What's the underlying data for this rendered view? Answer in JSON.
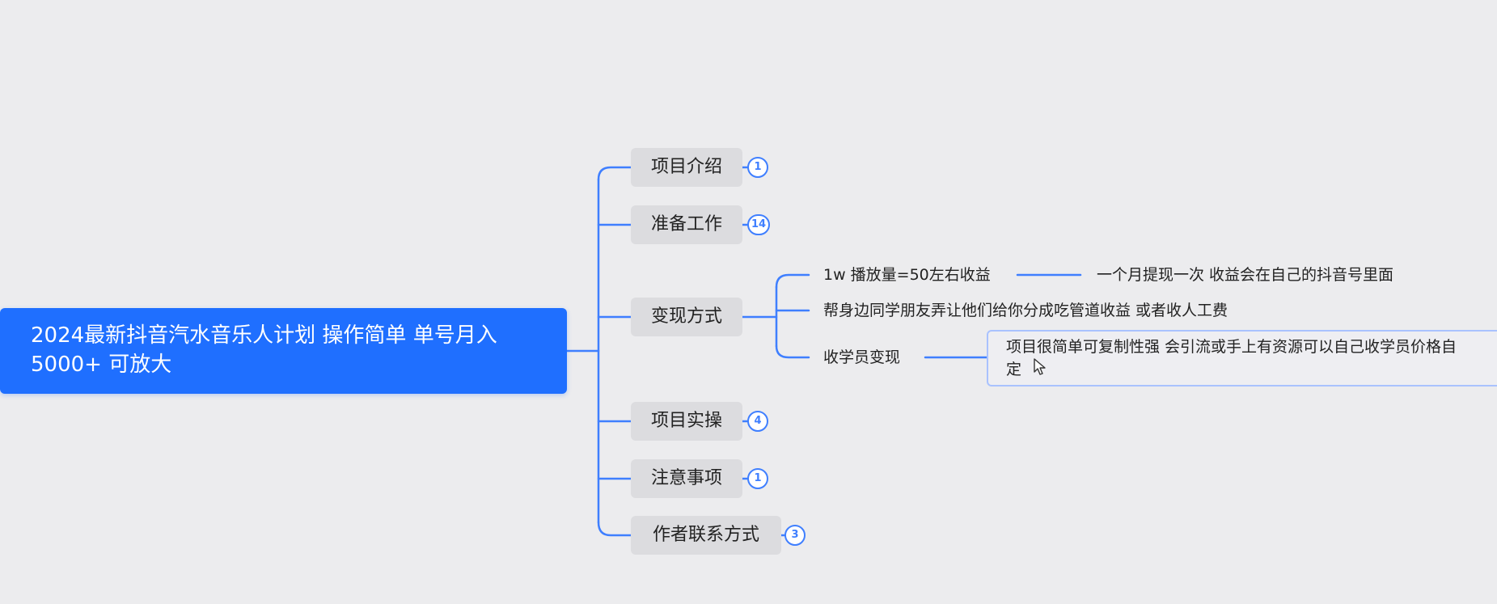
{
  "mindmap": {
    "root": {
      "line1": "2024最新抖音汽水音乐人计划 操作简单 单号月入",
      "line2": "5000+  可放大"
    },
    "branches": [
      {
        "label": "项目介绍",
        "count": "1"
      },
      {
        "label": "准备工作",
        "count": "14"
      },
      {
        "label": "变现方式",
        "count": ""
      },
      {
        "label": "项目实操",
        "count": "4"
      },
      {
        "label": "注意事项",
        "count": "1"
      },
      {
        "label": "作者联系方式",
        "count": "3"
      }
    ],
    "monetization": {
      "children": [
        "1w 播放量=50左右收益",
        "帮身边同学朋友弄让他们给你分成吃管道收益  或者收人工费",
        "收学员变现"
      ],
      "play_note": "一个月提现一次  收益会在自己的抖音号里面",
      "student_note_line1": "项目很简单可复制性强  会引流或手上有资源可以自己收学员价格自",
      "student_note_line2": "定"
    }
  },
  "colors": {
    "background": "#ececee",
    "root_fill": "#1f6fff",
    "connector": "#3f7fff",
    "node_fill": "#dcdcdf",
    "note_border": "#a9c2ff"
  }
}
